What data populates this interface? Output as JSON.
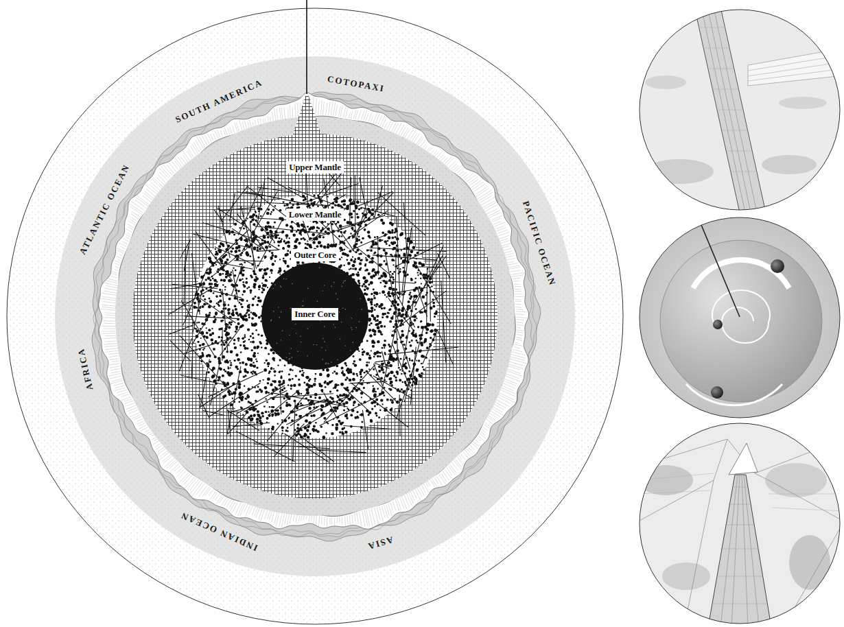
{
  "diagram": {
    "nodes": [
      {
        "text": [
          "Upper Mantle"
        ]
      },
      {
        "text": [
          "Lower Mantle"
        ]
      },
      {
        "text": [
          "Outer Core"
        ]
      },
      {
        "text": [
          "Inner Core"
        ]
      }
    ],
    "labels": [
      "SOUTH AMERICA",
      "COTOPAXI",
      "PACIFIC OCEAN",
      "ASIA",
      "INDIAN OCEAN",
      "AFRICA",
      "ATLANTIC OCEAN"
    ]
  }
}
